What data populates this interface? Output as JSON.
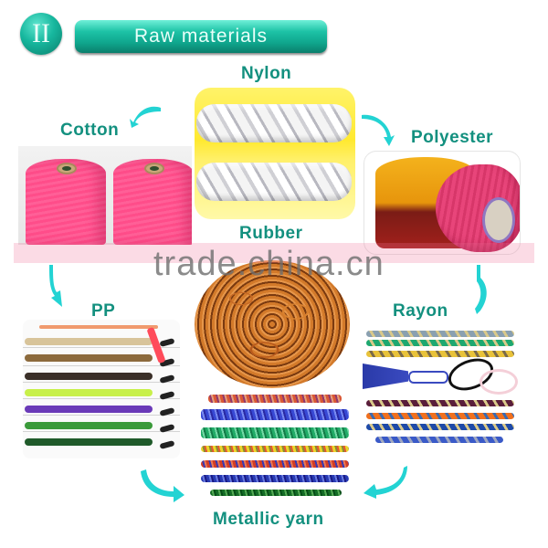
{
  "header": {
    "section_numeral": "II",
    "title": "Raw materials"
  },
  "materials": [
    {
      "id": "nylon",
      "label": "Nylon"
    },
    {
      "id": "cotton",
      "label": "Cotton"
    },
    {
      "id": "polyester",
      "label": "Polyester"
    },
    {
      "id": "rubber",
      "label": "Rubber"
    },
    {
      "id": "pp",
      "label": "PP"
    },
    {
      "id": "rayon",
      "label": "Rayon"
    },
    {
      "id": "metallic-yarn",
      "label": "Metallic yarn"
    }
  ],
  "watermark": "trade.china.cn",
  "colors": {
    "accent_teal": "#13907f",
    "badge_teal": "#17b79e",
    "arrow_cyan": "#23d3d3"
  }
}
